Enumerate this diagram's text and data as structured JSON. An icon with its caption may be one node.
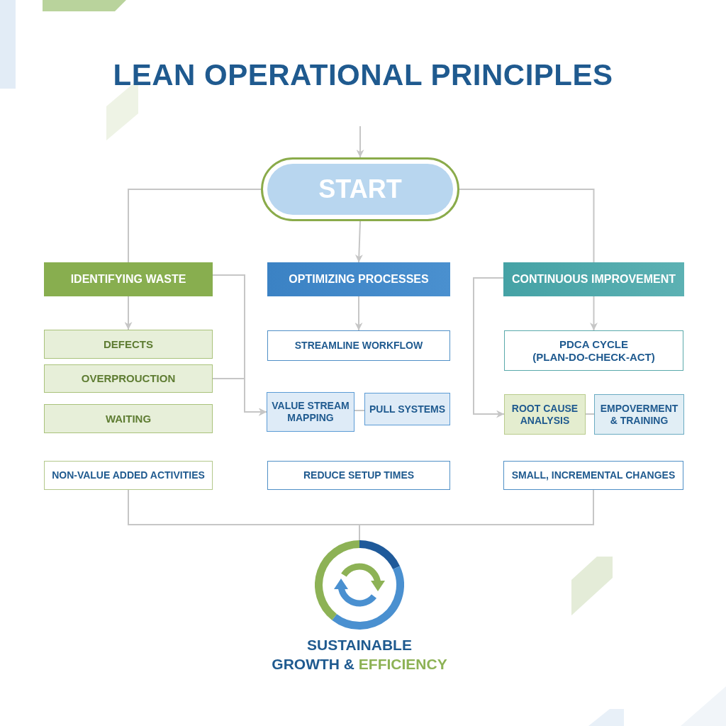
{
  "diagram": {
    "title": "LEAN OPERATIONAL PRINCIPLES",
    "nodes": [
      {
        "text": [
          "START"
        ]
      },
      {
        "text": [
          "IDENTIFYING WASTE"
        ]
      },
      {
        "text": [
          "OPTIMIZING PROCESSES"
        ]
      },
      {
        "text": [
          "CONTINUOUS IMPROVEMENT"
        ]
      },
      {
        "text": [
          "DEFECTS"
        ]
      },
      {
        "text": [
          "OVERPROUCTION"
        ]
      },
      {
        "text": [
          "WAITING"
        ]
      },
      {
        "text": [
          "NON-VALUE ADDED ACTIVITIES"
        ]
      },
      {
        "text": [
          "STREAMLINE WORKFLOW"
        ]
      },
      {
        "text": [
          "VALUE STREAM MAPPING"
        ]
      },
      {
        "text": [
          "PULL SYSTEMS"
        ]
      },
      {
        "text": [
          "REDUCE SETUP TIMES"
        ]
      },
      {
        "text": [
          "PDCA CYCLE (PLAN-DO-CHECK-ACT)"
        ]
      },
      {
        "text": [
          "ROOT CAUSE ANALYSIS"
        ]
      },
      {
        "text": [
          "EMPOVERMENT & TRAINING"
        ]
      },
      {
        "text": [
          "SMALL, INCREMENTAL CHANGES"
        ]
      },
      {
        "text": [
          "SUSTAINABLE GROWTH & EFFICIENCY"
        ]
      }
    ],
    "edges": [
      {
        "from": null,
        "to": 0,
        "arrow": "to"
      },
      {
        "from": 0,
        "to": 1,
        "arrow": "none"
      },
      {
        "from": 0,
        "to": 2,
        "arrow": "to"
      },
      {
        "from": 0,
        "to": 3,
        "arrow": "none"
      },
      {
        "from": 1,
        "to": 4,
        "arrow": "to"
      },
      {
        "from": 2,
        "to": 8,
        "arrow": "to"
      },
      {
        "from": 3,
        "to": 12,
        "arrow": "to"
      },
      {
        "from": 1,
        "to": 9,
        "arrow": "to"
      },
      {
        "from": 5,
        "to": 9,
        "arrow": "to"
      },
      {
        "from": 9,
        "to": 10,
        "arrow": "none"
      },
      {
        "from": 3,
        "to": 13,
        "arrow": "to"
      },
      {
        "from": 13,
        "to": 14,
        "arrow": "none"
      },
      {
        "from": 7,
        "to": 16,
        "arrow": "none"
      },
      {
        "from": 15,
        "to": 16,
        "arrow": "none"
      }
    ]
  }
}
